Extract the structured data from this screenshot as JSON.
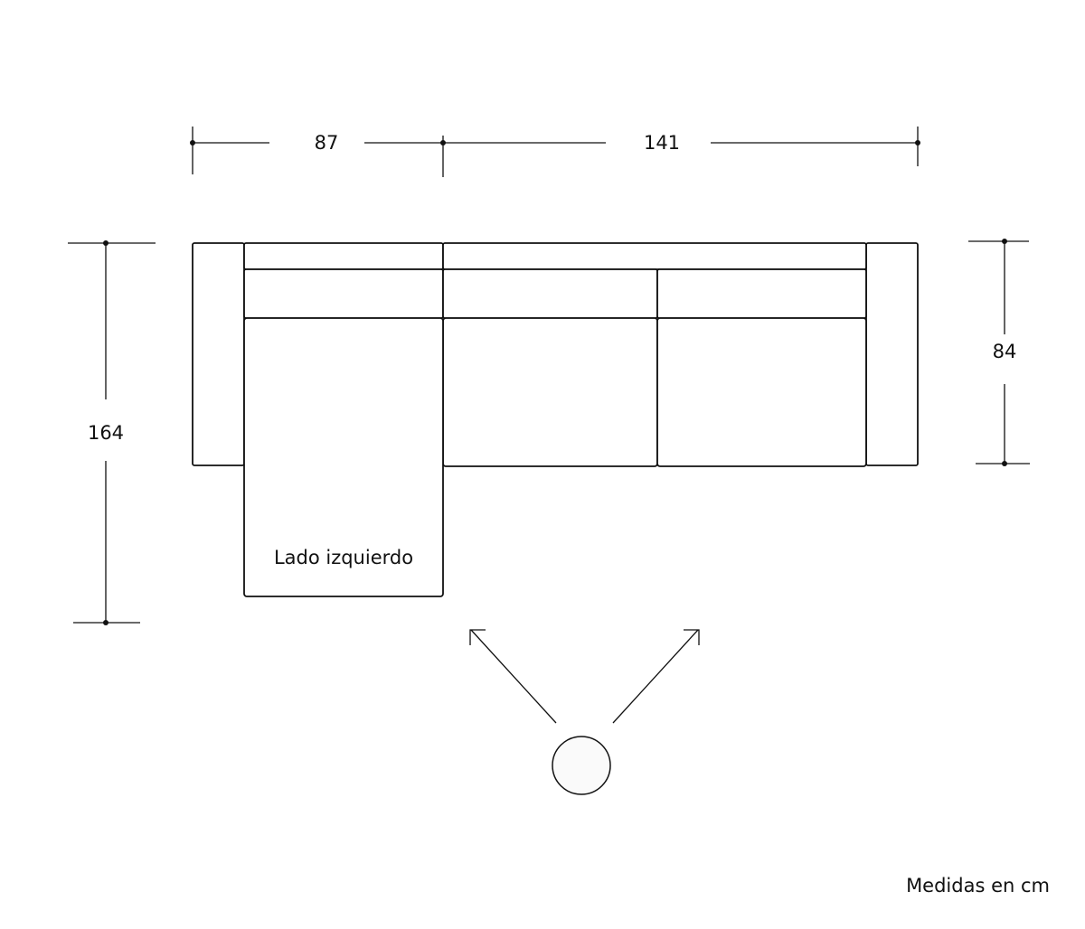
{
  "dimensions": {
    "chaise_width": "87",
    "sofa_width": "141",
    "total_depth": "164",
    "sofa_depth": "84"
  },
  "label": "Lado izquierdo",
  "units_note": "Medidas en cm"
}
